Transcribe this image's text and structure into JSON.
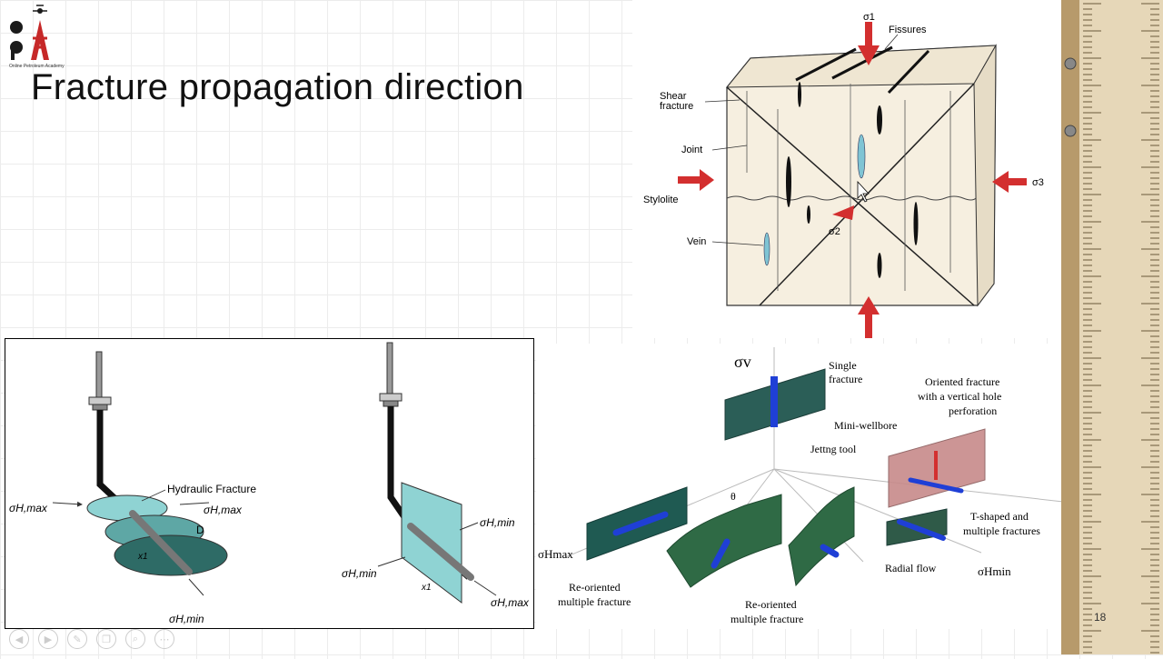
{
  "slide": {
    "title": "Fracture propagation direction",
    "logo_letters": [
      "o",
      "p",
      "a"
    ],
    "logo_caption": "Online Petroleum Academy",
    "slide_number": "18"
  },
  "block_diagram": {
    "labels": {
      "sigma1": "σ1",
      "sigma2": "σ2",
      "sigma3": "σ3",
      "fissures": "Fissures",
      "shear": "Shear",
      "fracture": "fracture",
      "joint": "Joint",
      "stylolite": "Stylolite",
      "vein": "Vein"
    }
  },
  "well_diagram": {
    "labels": {
      "hydraulic_fracture": "Hydraulic Fracture",
      "shmax_left": "σH,max",
      "shmax_right": "σH,max",
      "d": "D",
      "x1": "x1",
      "shmin_bottom": "σH,min",
      "shmin_top_right": "σH,min",
      "shmin_left": "σH,min",
      "x1_right": "x1",
      "shmax_bottom_right": "σH,max"
    }
  },
  "orientation_diagram": {
    "labels": {
      "sigma_v": "σv",
      "single1": "Single",
      "single2": "fracture",
      "oriented1": "Oriented fracture",
      "oriented2": "with a vertical hole",
      "oriented3": "perforation",
      "mini": "Mini-wellbore",
      "jetting": "Jettng tool",
      "theta": "θ",
      "shmax": "σHmax",
      "reor_a1": "Re-oriented",
      "reor_a2": "multiple fracture",
      "reor_b1": "Re-oriented",
      "reor_b2": "multiple fracture",
      "tshaped1": "T-shaped and",
      "tshaped2": "multiple fractures",
      "radial": "Radial flow",
      "shmin": "σHmin"
    }
  },
  "colors": {
    "arrow_red": "#d32f2f",
    "fracture_teal": "#8fd3d3",
    "dark_green": "#2f5a48",
    "pink_plane": "#c78a8a",
    "wellbore_blue": "#1f3fd6"
  },
  "icons": [
    "prev-arrow-icon",
    "play-icon",
    "pen-icon",
    "copy-icon",
    "zoom-icon",
    "more-icon"
  ]
}
